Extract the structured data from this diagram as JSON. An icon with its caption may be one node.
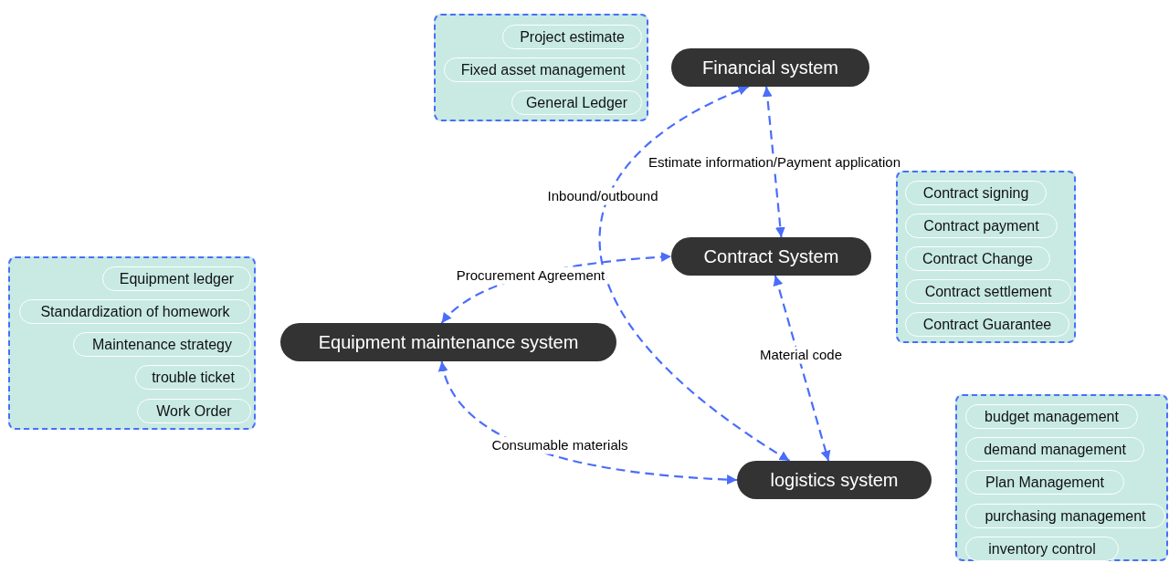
{
  "diagram": {
    "nodes": [
      {
        "text": [],
        "shape": "box"
      },
      {
        "text": [
          "Project estimate"
        ],
        "in": 0
      },
      {
        "text": [
          "Fixed asset management"
        ],
        "in": 0
      },
      {
        "text": [
          "General Ledger"
        ],
        "in": 0
      },
      {
        "text": [
          "Financial system"
        ]
      },
      {
        "text": [],
        "shape": "box"
      },
      {
        "text": [
          "Contract signing"
        ],
        "in": 5
      },
      {
        "text": [
          "Contract payment"
        ],
        "in": 5
      },
      {
        "text": [
          "Contract Change"
        ],
        "in": 5
      },
      {
        "text": [
          "Contract settlement"
        ],
        "in": 5
      },
      {
        "text": [
          "Contract Guarantee"
        ],
        "in": 5
      },
      {
        "text": [
          "Contract System"
        ]
      },
      {
        "text": [],
        "shape": "box"
      },
      {
        "text": [
          "Equipment ledger"
        ],
        "in": 12
      },
      {
        "text": [
          "Standardization of homework"
        ],
        "in": 12
      },
      {
        "text": [
          "Maintenance strategy"
        ],
        "in": 12
      },
      {
        "text": [
          "trouble ticket"
        ],
        "in": 12
      },
      {
        "text": [
          "Work Order"
        ],
        "in": 12
      },
      {
        "text": [
          "Equipment maintenance system"
        ]
      },
      {
        "text": [],
        "shape": "box"
      },
      {
        "text": [
          "budget management"
        ],
        "in": 19
      },
      {
        "text": [
          "demand management"
        ],
        "in": 19
      },
      {
        "text": [
          "Plan Management"
        ],
        "in": 19
      },
      {
        "text": [
          "purchasing management"
        ],
        "in": 19
      },
      {
        "text": [
          "inventory control"
        ],
        "in": 19
      },
      {
        "text": [
          "logistics system"
        ]
      }
    ],
    "edges": [
      {
        "from": 4,
        "to": 11,
        "arrow": "both",
        "label": "Estimate information/Payment application"
      },
      {
        "from": 18,
        "to": 11,
        "arrow": "both",
        "label": "Procurement Agreement"
      },
      {
        "from": 25,
        "to": 4,
        "arrow": "both",
        "label": "Inbound/outbound"
      },
      {
        "from": 11,
        "to": 25,
        "arrow": "both",
        "label": "Material code"
      },
      {
        "from": 18,
        "to": 25,
        "arrow": "both",
        "label": "Consumable materials"
      }
    ]
  }
}
